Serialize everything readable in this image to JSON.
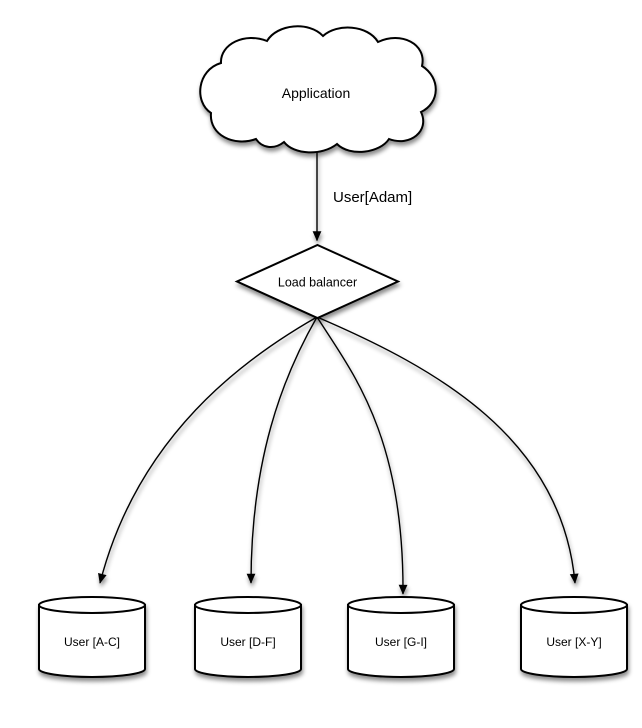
{
  "diagram": {
    "background_color": "#ffffff",
    "line_color": "#000000",
    "shape_fill_color": "#ffffff",
    "nodes": {
      "application": {
        "label": "Application",
        "shape": "cloud"
      },
      "load_balancer": {
        "label": "Load balancer",
        "shape": "diamond"
      },
      "databases": [
        {
          "label": "User [A-C]",
          "shape": "cylinder"
        },
        {
          "label": "User [D-F]",
          "shape": "cylinder"
        },
        {
          "label": "User [G-I]",
          "shape": "cylinder"
        },
        {
          "label": "User [X-Y]",
          "shape": "cylinder"
        }
      ]
    },
    "edges": [
      {
        "from": "application",
        "to": "load_balancer",
        "label": "User[Adam]"
      },
      {
        "from": "load_balancer",
        "to": "database-a-c",
        "label": ""
      },
      {
        "from": "load_balancer",
        "to": "database-d-f",
        "label": ""
      },
      {
        "from": "load_balancer",
        "to": "database-g-i",
        "label": ""
      },
      {
        "from": "load_balancer",
        "to": "database-x-y",
        "label": ""
      }
    ]
  }
}
